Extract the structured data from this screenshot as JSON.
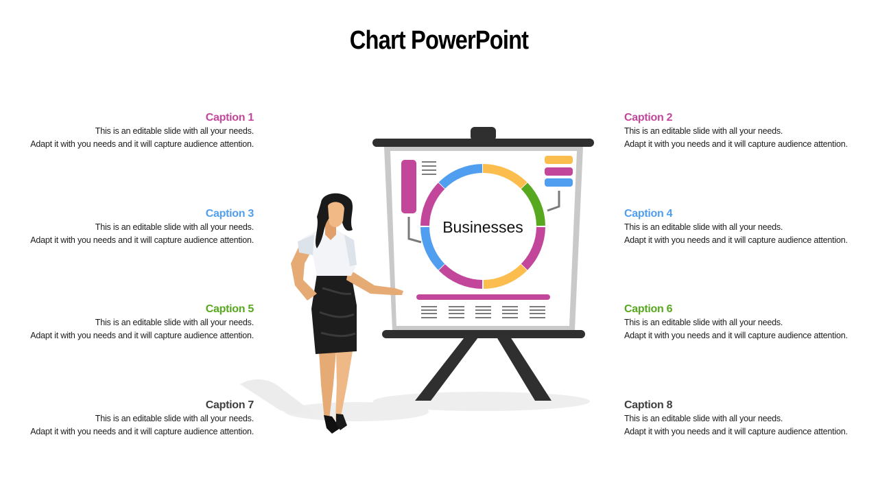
{
  "title": "Chart PowerPoint",
  "center_label": "Businesses",
  "colors": {
    "magenta": "#c2479b",
    "blue": "#4f9ef0",
    "green": "#57a81e",
    "yellow": "#fbbd4d",
    "gray": "#3f3f3f"
  },
  "captions": [
    {
      "title": "Caption 1",
      "line1": "This is an editable slide with all your needs.",
      "line2": "Adapt it with you needs and it will capture audience attention.",
      "color": "#c2479b"
    },
    {
      "title": "Caption 2",
      "line1": "This is an editable slide with all your needs.",
      "line2": "Adapt it with you needs and it will capture audience attention.",
      "color": "#c2479b"
    },
    {
      "title": "Caption 3",
      "line1": "This is an editable slide with all your needs.",
      "line2": "Adapt it with you needs and it will capture audience attention.",
      "color": "#4f9ef0"
    },
    {
      "title": "Caption 4",
      "line1": "This is an editable slide with all your needs.",
      "line2": "Adapt it with you needs and it will capture audience attention.",
      "color": "#4f9ef0"
    },
    {
      "title": "Caption 5",
      "line1": "This is an editable slide with all your needs.",
      "line2": "Adapt it with you needs and it will capture audience attention.",
      "color": "#57a81e"
    },
    {
      "title": "Caption 6",
      "line1": "This is an editable slide with all your needs.",
      "line2": "Adapt it with you needs and it will capture audience attention.",
      "color": "#57a81e"
    },
    {
      "title": "Caption 7",
      "line1": "This is an editable slide with all your needs.",
      "line2": "Adapt it with you needs and it will capture audience attention.",
      "color": "#3f3f3f"
    },
    {
      "title": "Caption 8",
      "line1": "This is an editable slide with all your needs.",
      "line2": "Adapt it with you needs and it will capture audience attention.",
      "color": "#3f3f3f"
    }
  ]
}
